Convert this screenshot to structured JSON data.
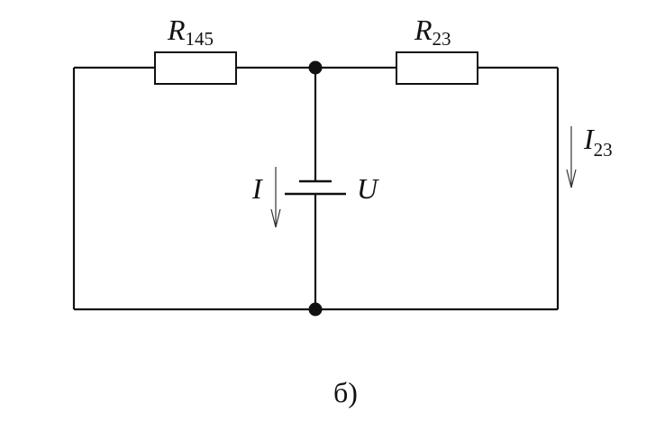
{
  "labels": {
    "r145": {
      "main": "R",
      "sub": "145"
    },
    "r23": {
      "main": "R",
      "sub": "23"
    },
    "current_total": {
      "main": "I"
    },
    "voltage": {
      "main": "U"
    },
    "current_branch": {
      "main": "I",
      "sub": "23"
    }
  },
  "caption": "б)"
}
